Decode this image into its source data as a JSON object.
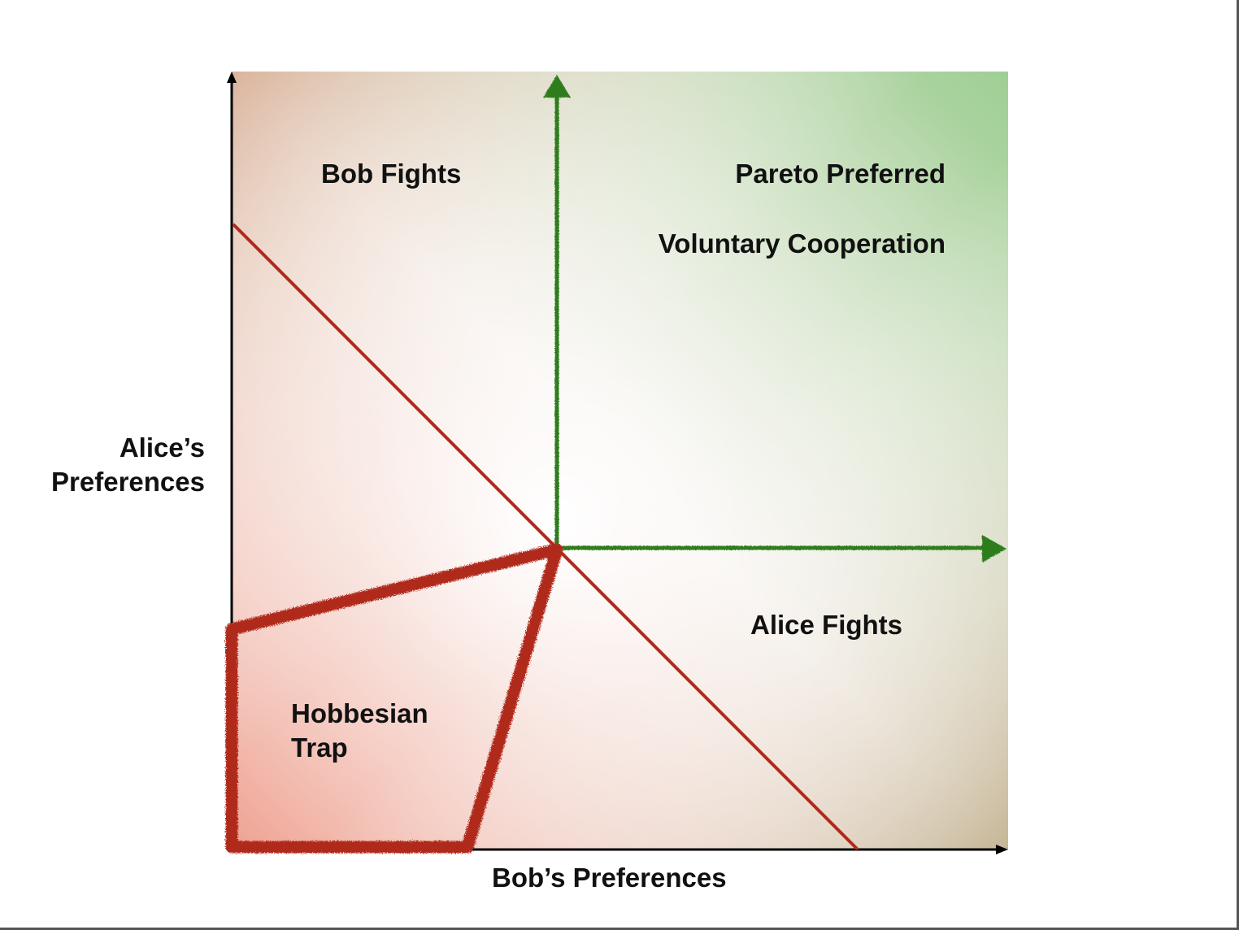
{
  "labels": {
    "bob_fights": "Bob Fights",
    "pareto_preferred": "Pareto Preferred",
    "voluntary_cooperation": "Voluntary Cooperation",
    "alices_preferences_line1": "Alice’s",
    "alices_preferences_line2": "Preferences",
    "alice_fights": "Alice Fights",
    "hobbesian_trap_line1": "Hobbesian",
    "hobbesian_trap_line2": "Trap",
    "bobs_preferences": "Bob’s Preferences"
  },
  "colors": {
    "axis": "#000000",
    "pareto_arrows": "#2e7d1f",
    "divider_line": "#b02a1c",
    "trap_outline": "#b02a1c",
    "region_top_right": "#9fcf94",
    "region_bottom_left": "#ec8f7c",
    "region_top_left": "#d4a88c",
    "region_bottom_right": "#c2b18f",
    "center": "#ffffff"
  }
}
